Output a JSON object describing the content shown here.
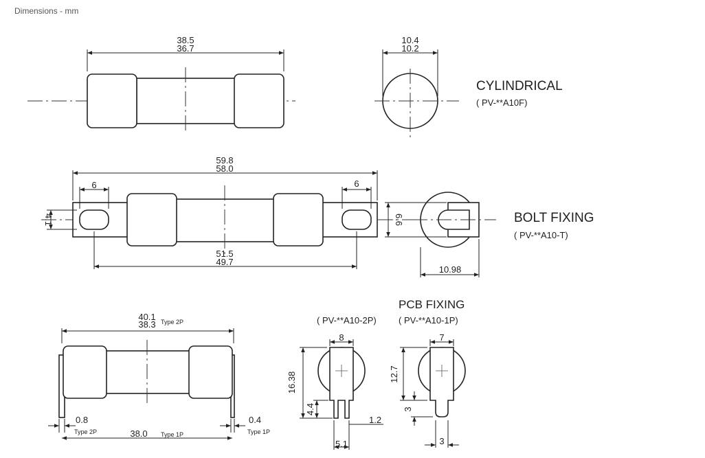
{
  "caption": "Dimensions - mm",
  "cylindrical": {
    "title": "CYLINDRICAL",
    "part": "( PV-**A10F)",
    "length_max": "38.5",
    "length_min": "36.7",
    "dia_max": "10.4",
    "dia_min": "10.2"
  },
  "bolt": {
    "title": "BOLT FIXING",
    "part": "( PV-**A10-T)",
    "total_max": "59.8",
    "total_min": "58.0",
    "slot_left": "6",
    "slot_right": "6",
    "inner_max": "51.5",
    "inner_min": "49.7",
    "hole_dia": "4.1",
    "tag_width": "6.6",
    "side_width": "10.98"
  },
  "pcb": {
    "title": "PCB FIXING",
    "part_2p": "( PV-**A10-2P)",
    "part_1p": "( PV-**A10-1P)",
    "length_max": "40.1",
    "length_min": "38.3",
    "type_2p": "Type 2P",
    "type_1p": "Type 1P",
    "pin_2p": "0.8",
    "pin_1p": "0.4",
    "pitch": "38.0",
    "w_2p": "8",
    "h_2p": "16.38",
    "pin_len": "4.4",
    "pin_w": "1.2",
    "pin_spacing": "5.1",
    "w_1p": "7",
    "h_1p": "12.7",
    "pin_len_1p": "3",
    "pin_w_1p": "3"
  }
}
